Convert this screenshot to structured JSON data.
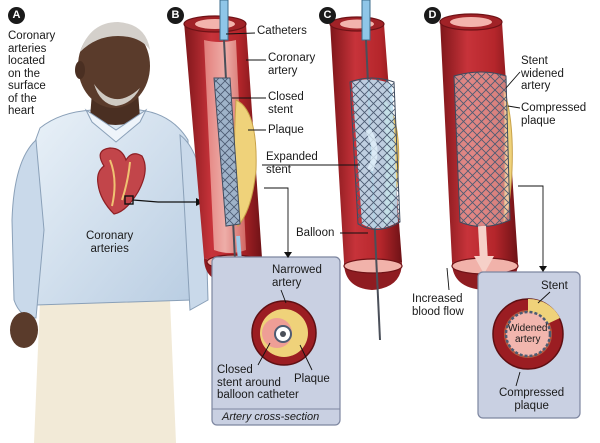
{
  "panels": {
    "a": {
      "letter": "A",
      "intro": "Coronary\narteries\nlocated\non the\nsurface\nof the\nheart",
      "coronary_label": "Coronary\narteries"
    },
    "b": {
      "letter": "B",
      "catheters": "Catheters",
      "coronary_artery": "Coronary\nartery",
      "closed_stent": "Closed\nstent",
      "plaque": "Plaque"
    },
    "c": {
      "letter": "C",
      "expanded_stent": "Expanded\nstent",
      "balloon": "Balloon"
    },
    "d": {
      "letter": "D",
      "stent_widened": "Stent\nwidened\nartery",
      "compressed_plaque": "Compressed\nplaque",
      "increased_flow": "Increased\nblood flow"
    }
  },
  "inset_b": {
    "narrowed_artery": "Narrowed\nartery",
    "closed_stent_around": "Closed\nstent around\nballoon catheter",
    "plaque": "Plaque",
    "caption": "Artery cross-section"
  },
  "inset_d": {
    "stent": "Stent",
    "widened_artery": "Widened\nartery",
    "compressed_plaque": "Compressed\nplaque"
  },
  "colors": {
    "artery_red": "#b5262b",
    "artery_dark": "#7e161a",
    "plaque_yellow": "#efd27a",
    "stent_blue": "#6f8aa8",
    "inset_panel": "#c9d0e2",
    "shirt_blue": "#d8e6f3",
    "skin": "#5a3b2b"
  }
}
